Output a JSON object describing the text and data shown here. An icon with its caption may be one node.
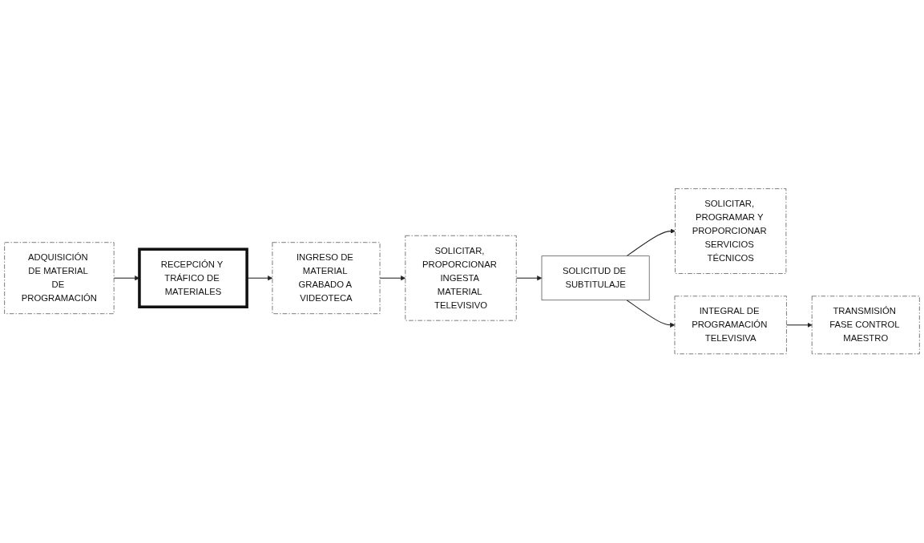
{
  "diagram": {
    "nodes": [
      {
        "text": [
          "ADQUISICIÓN DE MATERIAL DE PROGRAMACIÓN"
        ]
      },
      {
        "text": [
          "RECEPCIÓN Y TRÁFICO DE MATERIALES"
        ]
      },
      {
        "text": [
          "INGRESO DE MATERIAL GRABADO A VIDEOTECA"
        ]
      },
      {
        "text": [
          "SOLICITAR, PROPORCIONAR INGESTA MATERIAL TELEVISIVO"
        ]
      },
      {
        "text": [
          "SOLICITUD DE SUBTITULAJE"
        ]
      },
      {
        "text": [
          "SOLICITAR, PROGRAMAR Y PROPORCIONAR SERVICIOS TÉCNICOS"
        ]
      },
      {
        "text": [
          "INTEGRAL DE PROGRAMACIÓN TELEVISIVA"
        ]
      },
      {
        "text": [
          "TRANSMISIÓN FASE CONTROL MAESTRO"
        ]
      }
    ],
    "edges": [
      {
        "from": 0,
        "to": 1,
        "arrow": "to"
      },
      {
        "from": 1,
        "to": 2,
        "arrow": "to"
      },
      {
        "from": 2,
        "to": 3,
        "arrow": "to"
      },
      {
        "from": 3,
        "to": 4,
        "arrow": "to"
      },
      {
        "from": 4,
        "to": 5,
        "arrow": "to"
      },
      {
        "from": 4,
        "to": 6,
        "arrow": "to"
      },
      {
        "from": 6,
        "to": 7,
        "arrow": "to"
      }
    ]
  }
}
